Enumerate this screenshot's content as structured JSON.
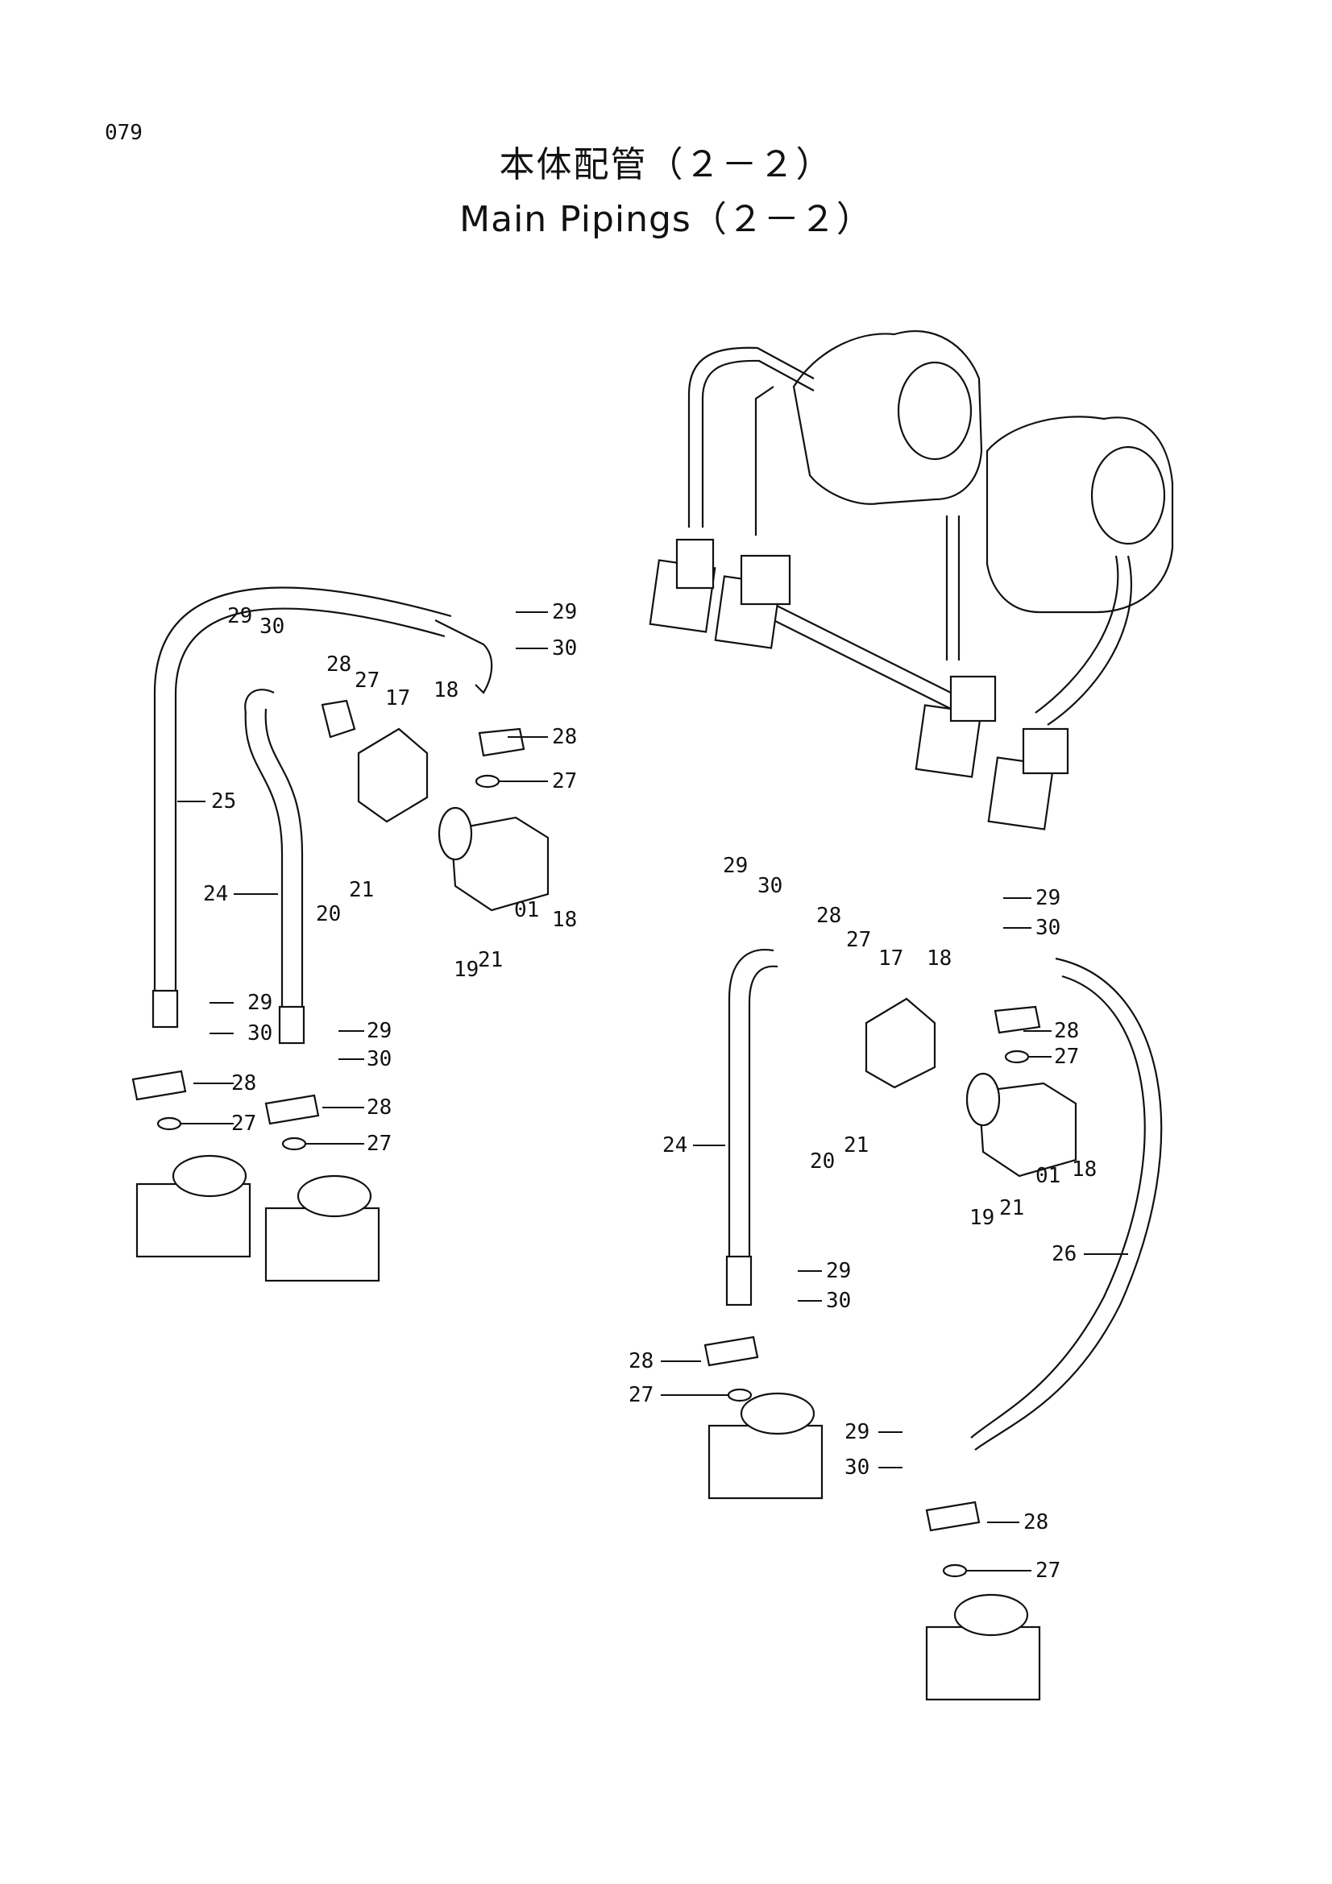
{
  "page_number": "079",
  "title_jp": "本体配管（２－２）",
  "title_en": "Main Pipings（２－２）",
  "callouts": {
    "left": {
      "c29a": "29",
      "c30a": "30",
      "c28a": "28",
      "c27a": "27",
      "c17a": "17",
      "c18a": "18",
      "c29b": "29",
      "c30b": "30",
      "c28b": "28",
      "c27b": "27",
      "c25": "25",
      "c24": "24",
      "c20": "20",
      "c21a": "21",
      "c18b": "18",
      "c19": "19",
      "c21b": "21",
      "c01": "01",
      "c29c": "29",
      "c30c": "30",
      "c28c": "28",
      "c27c": "27",
      "c29d": "29",
      "c30d": "30",
      "c28d": "28",
      "c27d": "27"
    },
    "right": {
      "c29a": "29",
      "c30a": "30",
      "c28a": "28",
      "c27a": "27",
      "c17": "17",
      "c18a": "18",
      "c29b": "29",
      "c30b": "30",
      "c28b": "28",
      "c27b": "27",
      "c20": "20",
      "c21a": "21",
      "c18b": "18",
      "c19": "19",
      "c21b": "21",
      "c01": "01",
      "c24": "24",
      "c26": "26",
      "c29c": "29",
      "c30c": "30",
      "c28c": "28",
      "c27c": "27",
      "c29d": "29",
      "c30d": "30",
      "c28d": "28",
      "c27d": "27"
    }
  }
}
